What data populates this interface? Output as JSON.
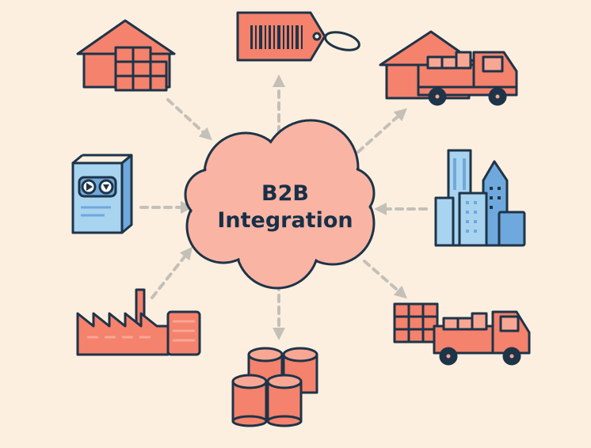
{
  "hub": {
    "line1": "B2B",
    "line2": "Integration"
  },
  "colors": {
    "background": "#fcefdf",
    "outline": "#1e3448",
    "coral": "#f4826c",
    "coral_light": "#f8a794",
    "cloud": "#f9b4a3",
    "blue": "#a8d4f0",
    "blue_dark": "#6fa8dc",
    "arrow": "#c4c0b8"
  },
  "nodes": [
    {
      "id": "warehouse",
      "icon": "warehouse-icon",
      "direction": "to-hub"
    },
    {
      "id": "price-tag",
      "icon": "barcode-tag-icon",
      "direction": "from-hub"
    },
    {
      "id": "warehouse-truck",
      "icon": "warehouse-truck-icon",
      "direction": "from-hub"
    },
    {
      "id": "document",
      "icon": "document-icon",
      "direction": "to-hub"
    },
    {
      "id": "city",
      "icon": "city-buildings-icon",
      "direction": "to-hub"
    },
    {
      "id": "factory",
      "icon": "factory-icon",
      "direction": "from-hub"
    },
    {
      "id": "barrels",
      "icon": "barrels-icon",
      "direction": "from-hub"
    },
    {
      "id": "delivery-truck",
      "icon": "delivery-truck-icon",
      "direction": "from-hub"
    }
  ]
}
